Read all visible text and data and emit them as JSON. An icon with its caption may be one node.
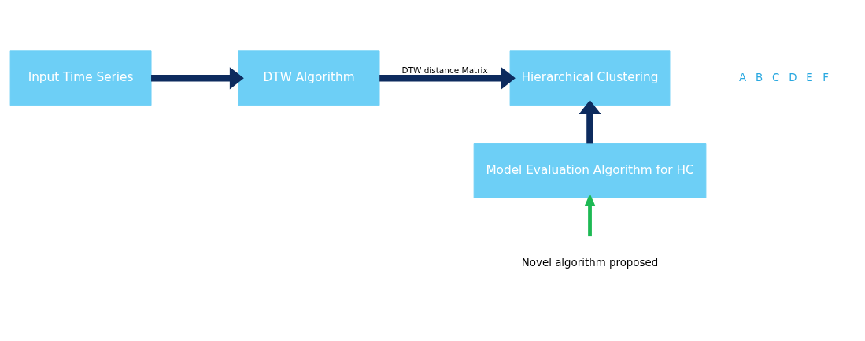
{
  "diagram": {
    "nodes": [
      {
        "text": [
          "Input Time Series"
        ]
      },
      {
        "text": [
          "DTW Algorithm"
        ]
      },
      {
        "text": [
          "Hierarchical Clustering"
        ]
      },
      {
        "text": [
          "Model Evaluation Algorithm for HC"
        ]
      },
      {
        "text": [
          "Novel algorithm proposed"
        ]
      }
    ],
    "edges": [
      {
        "from": 0,
        "to": 1,
        "arrow": "to"
      },
      {
        "from": 1,
        "to": 2,
        "arrow": "to",
        "label": "DTW distance Matrix"
      },
      {
        "from": 3,
        "to": 2,
        "arrow": "to"
      },
      {
        "from": 4,
        "to": 3,
        "arrow": "to",
        "color": "#1db954"
      }
    ],
    "labels": [
      "A",
      "B",
      "C",
      "D",
      "E",
      "F"
    ]
  }
}
